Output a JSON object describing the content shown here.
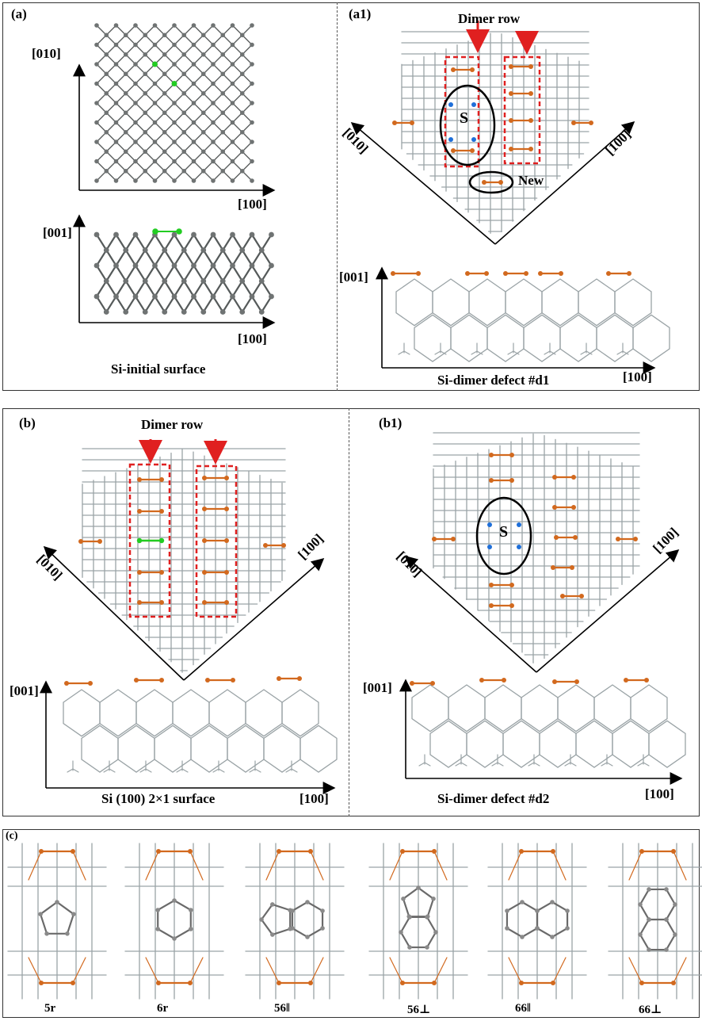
{
  "panels": {
    "a": {
      "tag": "(a)",
      "ax_top_y": "[010]",
      "ax_top_x": "[100]",
      "ax_bot_y": "[001]",
      "ax_bot_x": "[100]",
      "caption": "Si-initial surface"
    },
    "a1": {
      "tag": "(a1)",
      "dimer_row": "Dimer row",
      "ax_left": "[010]",
      "ax_right": "[100]",
      "s_label": "S",
      "new_label": "New",
      "ax_bot_y": "[001]",
      "ax_bot_x": "[100]",
      "caption": "Si-dimer defect #d1"
    },
    "b": {
      "tag": "(b)",
      "dimer_row": "Dimer row",
      "ax_left": "[010]",
      "ax_right": "[100]",
      "ax_bot_y": "[001]",
      "ax_bot_x": "[100]",
      "caption": "Si (100) 2×1 surface"
    },
    "b1": {
      "tag": "(b1)",
      "ax_left": "[010]",
      "ax_right": "[100]",
      "s_label": "S",
      "ax_bot_y": "[001]",
      "ax_bot_x": "[100]",
      "caption": "Si-dimer defect #d2"
    },
    "c": {
      "tag": "(c)",
      "labels": [
        "5r",
        "6r",
        "56‖",
        "56⊥",
        "66‖",
        "66⊥"
      ]
    }
  },
  "colors": {
    "atom": "#6f7373",
    "bond": "#9aa3a6",
    "dimer": "#d2691e",
    "highlight_green": "#22cc22",
    "highlight_blue": "#1e6fd9",
    "arrow": "#e02020"
  }
}
